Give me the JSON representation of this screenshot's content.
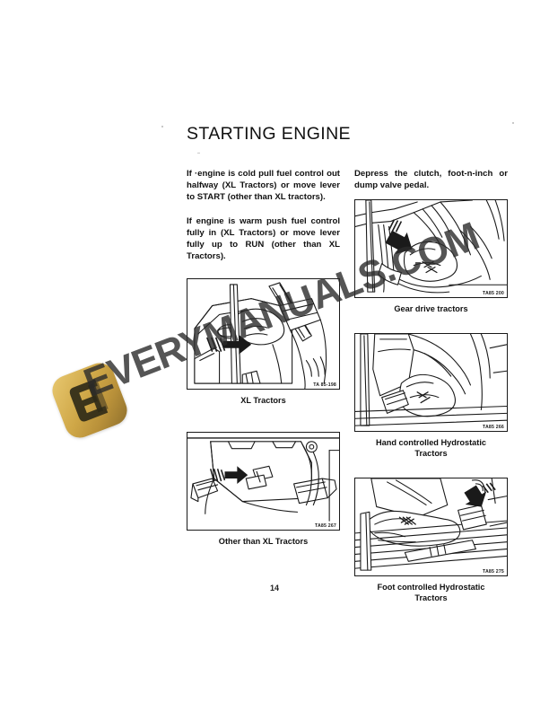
{
  "document": {
    "title": "STARTING ENGINE",
    "page_number": "14"
  },
  "watermark": {
    "text": "EVERYMANUALS.COM",
    "logo_letter": "E",
    "logo_color": "#cfa747",
    "text_color": "#2a2a2a"
  },
  "left_column": {
    "paragraphs": [
      "If ·engine is cold pull fuel control out halfway (XL Tractors) or move lever to START (other than XL tractors).",
      "If engine is warm push fuel control fully in (XL Tractors) or move lever fully up to RUN (other than XL Tractors)."
    ],
    "figures": [
      {
        "id": "xl-tractors",
        "code": "TA 85-198",
        "caption": "XL Tractors",
        "caption_bold_prefix": "",
        "alt": "Hand pulling fuel control lever on XL tractor dash, arrow indicating pull direction"
      },
      {
        "id": "other-than-xl-tractors",
        "code": "TA85 267",
        "caption": "Other than XL Tractors",
        "caption_bold_prefix": "",
        "alt": "Tractor console with foot pedals and arrow pointing to fuel control lever"
      }
    ]
  },
  "right_column": {
    "paragraphs": [
      "Depress the clutch, foot-n-inch or dump valve pedal."
    ],
    "figures": [
      {
        "id": "gear-drive-tractors",
        "code": "TA85 200",
        "caption": "Gear drive tractors",
        "caption_bold_prefix": "",
        "alt": "Foot depressing the clutch pedal on a gear drive tractor, black arrow shows push direction"
      },
      {
        "id": "hand-controlled-hydrostatic-tractors",
        "code": "TA85 266",
        "caption_line_1": "Hand controlled Hydrostatic",
        "caption_line_2": "Tractors",
        "caption_bold_prefix": "Hand controlled ",
        "alt": "Foot on brake pedal of hand controlled hydrostatic tractor"
      },
      {
        "id": "foot-controlled-hydrostatic-tractors",
        "code": "TA85 275",
        "caption_line_1": "Foot controlled Hydrostatic",
        "caption_line_2": "Tractors",
        "caption_bold_prefix": "Foot controlled ",
        "alt": "Foot on ribbed floor platform pressing pedal of foot controlled hydrostatic tractor"
      }
    ]
  }
}
